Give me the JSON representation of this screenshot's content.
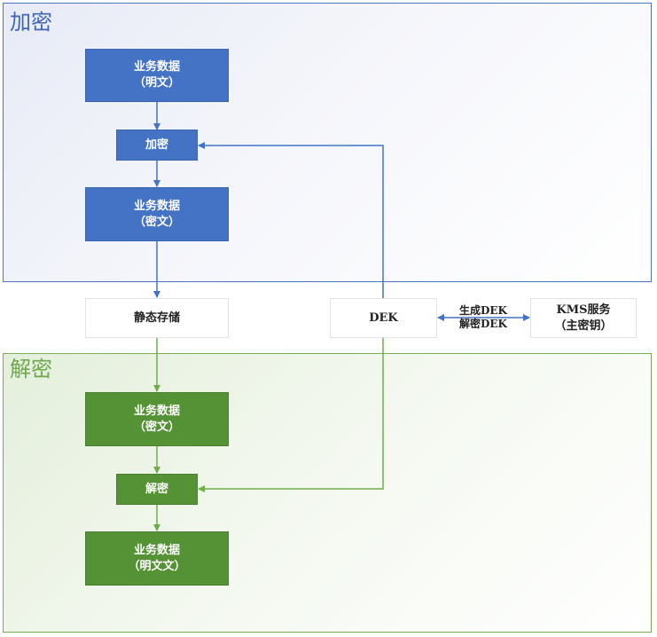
{
  "regions": {
    "encrypt": {
      "title": "加密"
    },
    "decrypt": {
      "title": "解密"
    }
  },
  "nodes": {
    "plain_data": {
      "line1": "业务数据",
      "line2": "（明文）"
    },
    "encrypt_step": {
      "label": "加密"
    },
    "cipher_data": {
      "line1": "业务数据",
      "line2": "（密文）"
    },
    "static_storage": {
      "label": "静态存储"
    },
    "dek": {
      "label": "DEK"
    },
    "kms": {
      "line1": "KMS服务",
      "line2": "（主密钥）"
    },
    "cipher_data_2": {
      "line1": "业务数据",
      "line2": "（密文）"
    },
    "decrypt_step": {
      "label": "解密"
    },
    "plain_data_2": {
      "line1": "业务数据",
      "line2": "（明文文）"
    }
  },
  "edges": {
    "dek_kms": {
      "line1": "生成DEK",
      "line2": "解密DEK"
    }
  },
  "colors": {
    "blue": "#4472c4",
    "green": "#559236",
    "blue_line": "#4472c4",
    "green_line": "#70ad47"
  }
}
